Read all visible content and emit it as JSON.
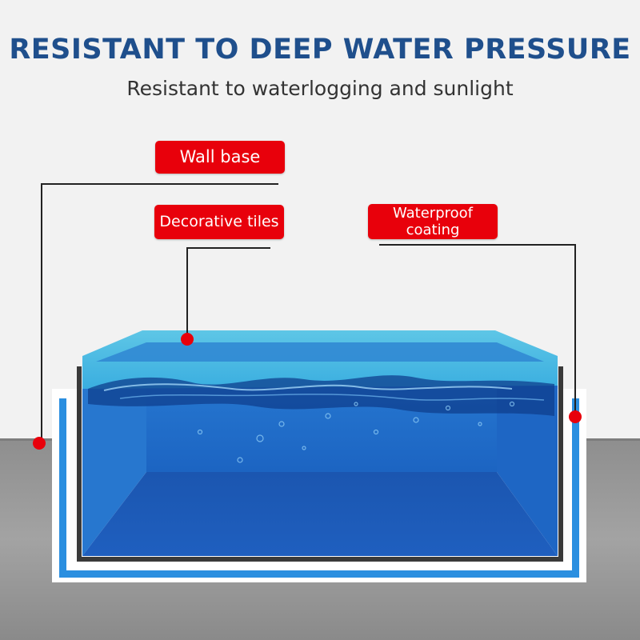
{
  "header": {
    "title": "RESISTANT TO DEEP WATER PRESSURE",
    "subtitle": "Resistant to waterlogging and sunlight"
  },
  "labels": {
    "wall_base": "Wall base",
    "decorative_tiles": "Decorative tiles",
    "waterproof_coating_line1": "Waterproof",
    "waterproof_coating_line2": "coating"
  },
  "colors": {
    "title": "#1f4f8c",
    "label_bg": "#e8000b",
    "water": "#1a5fb8",
    "coating": "#2b8fe0",
    "ground": "#9a9a9a"
  }
}
